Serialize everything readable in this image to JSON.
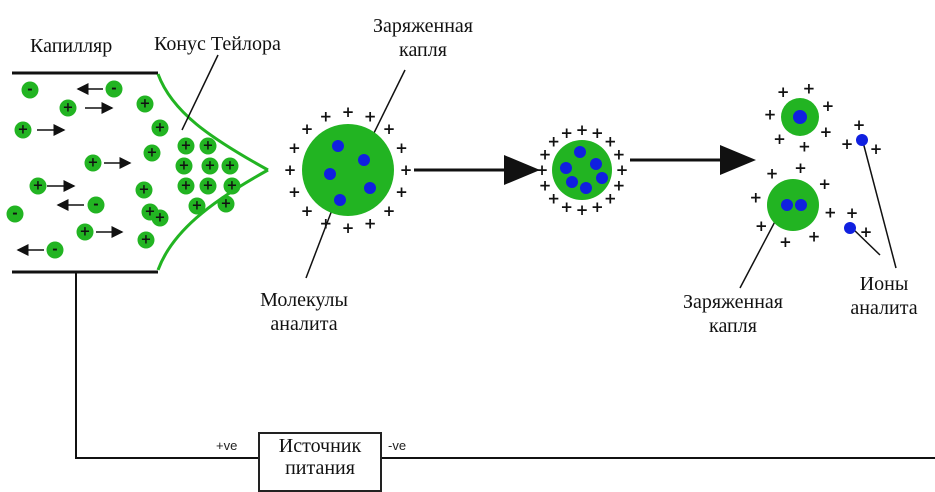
{
  "labels": {
    "capillary": "Капилляр",
    "taylor_cone": "Конус Тейлора",
    "charged_droplet_top_line1": "Заряженная",
    "charged_droplet_top_line2": "капля",
    "analyte_molecules_line1": "Молекулы",
    "analyte_molecules_line2": "аналита",
    "charged_droplet_bottom_line1": "Заряженная",
    "charged_droplet_bottom_line2": "капля",
    "analyte_ions_line1": "Ионы",
    "analyte_ions_line2": "аналита"
  },
  "power_supply": {
    "positive": "+ve",
    "negative": "-ve",
    "label_line1": "Источник",
    "label_line2": "питания"
  },
  "symbols": {
    "plus": "+",
    "minus": "-"
  },
  "colors": {
    "droplet_green": "#22b422",
    "analyte_blue": "#1020e0",
    "line": "#111111"
  }
}
